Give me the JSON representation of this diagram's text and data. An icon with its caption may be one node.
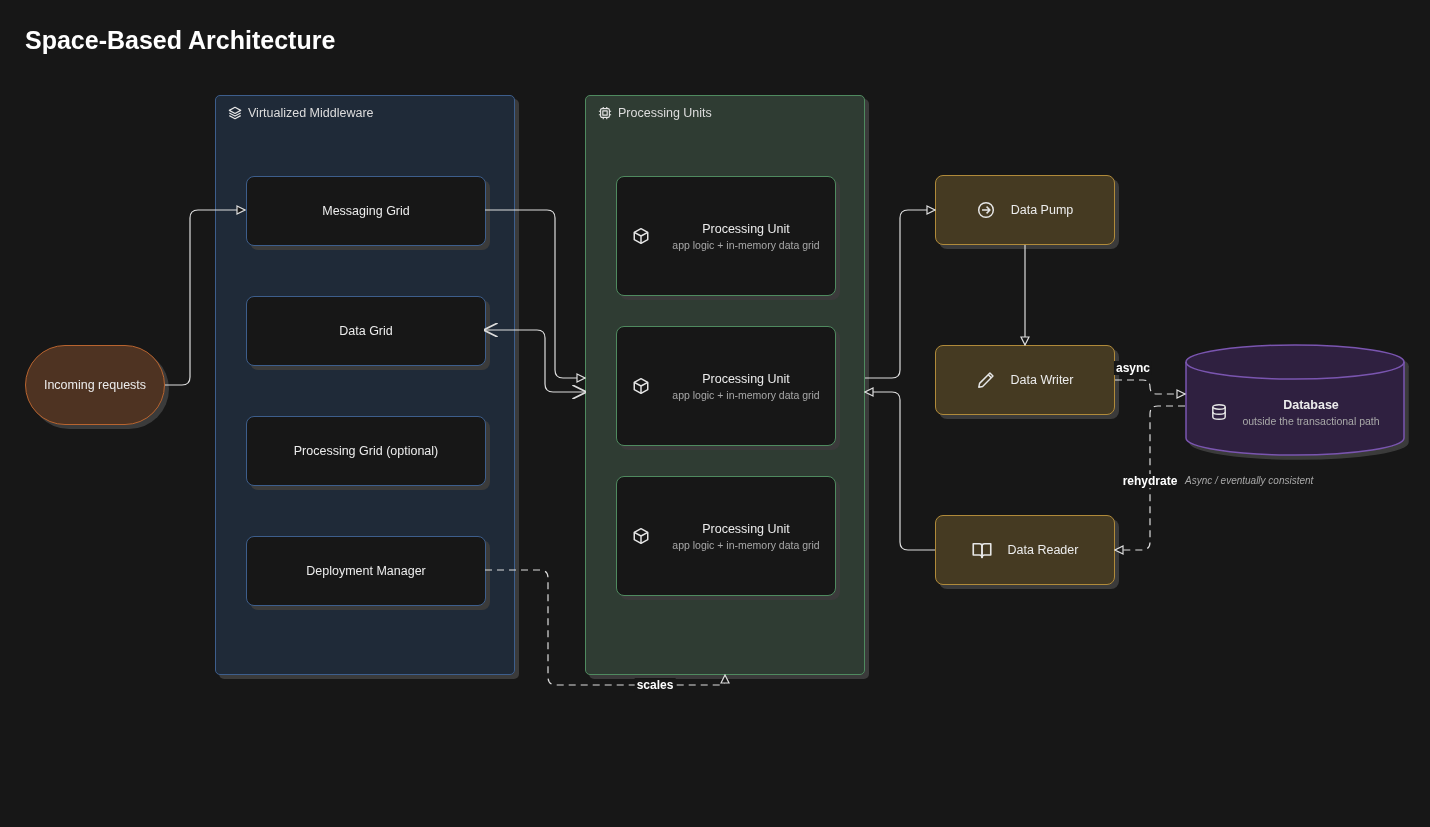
{
  "diagram": {
    "title": "Space-Based Architecture",
    "nodes": [
      {
        "text": [
          "Incoming requests"
        ]
      },
      {
        "text": [
          "Virtualized Middleware"
        ]
      },
      {
        "text": [
          "Messaging Grid"
        ],
        "in": 1
      },
      {
        "text": [
          "Data Grid"
        ],
        "in": 1
      },
      {
        "text": [
          "Processing Grid (optional)"
        ],
        "in": 1
      },
      {
        "text": [
          "Deployment Manager"
        ],
        "in": 1
      },
      {
        "text": [
          "Processing Units"
        ]
      },
      {
        "text": [
          "Processing Unit",
          "app logic + in-memory data grid"
        ],
        "in": 6
      },
      {
        "text": [
          "Processing Unit",
          "app logic + in-memory data grid"
        ],
        "in": 6
      },
      {
        "text": [
          "Processing Unit",
          "app logic + in-memory data grid"
        ],
        "in": 6
      },
      {
        "text": [
          "Data Pump"
        ]
      },
      {
        "text": [
          "Data Writer"
        ]
      },
      {
        "text": [
          "Database",
          "outside the transactional path"
        ]
      },
      {
        "text": [
          "Data Reader"
        ]
      }
    ],
    "edges": [
      {
        "from": 0,
        "to": 2,
        "arrow": "to"
      },
      {
        "from": 2,
        "to": 6,
        "arrow": "to"
      },
      {
        "from": 6,
        "to": 3,
        "arrow": "both"
      },
      {
        "from": 6,
        "to": 10,
        "arrow": "to"
      },
      {
        "from": 10,
        "to": 11,
        "arrow": "to"
      },
      {
        "from": 11,
        "to": 12,
        "arrow": "to",
        "label": "async",
        "style": "dashed"
      },
      {
        "from": 12,
        "to": 13,
        "arrow": "to",
        "label": "rehydrate",
        "style": "dashed"
      },
      {
        "from": 13,
        "to": 6,
        "arrow": "to"
      },
      {
        "from": 5,
        "to": 6,
        "arrow": "to",
        "label": "scales",
        "style": "dashed"
      }
    ],
    "labels": [
      "Async / eventually consistent"
    ]
  }
}
